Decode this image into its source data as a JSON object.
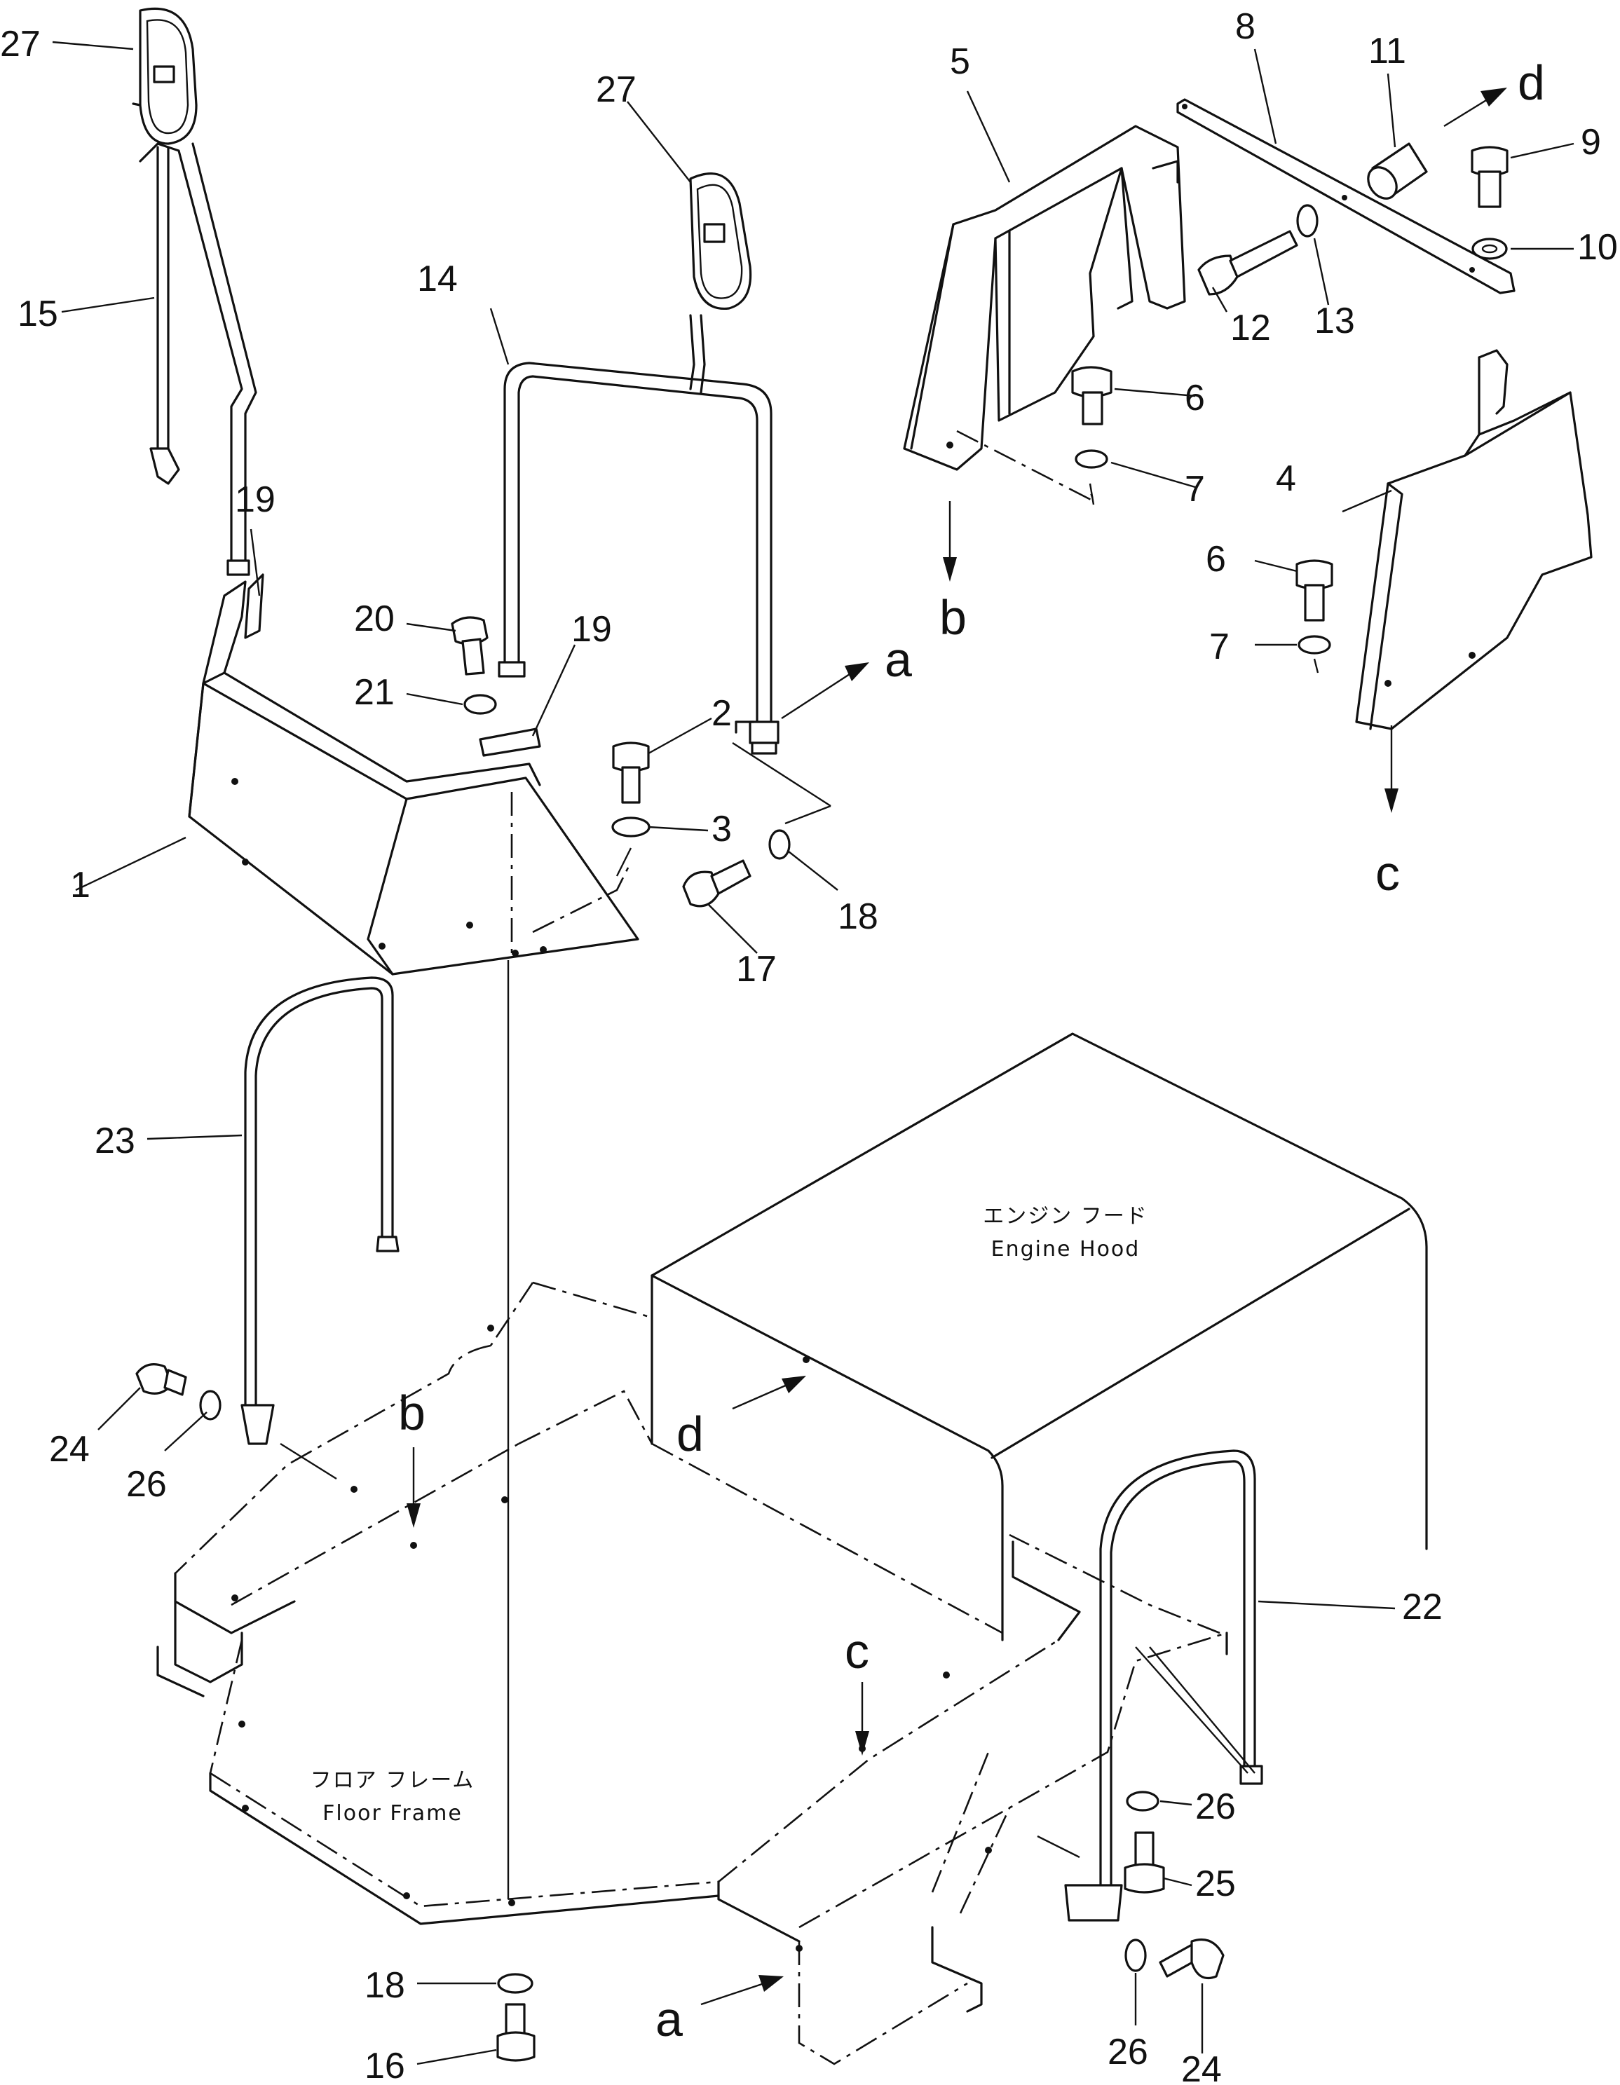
{
  "labels": {
    "engine_hood_jp": "エンジン フード",
    "engine_hood_en": "Engine Hood",
    "floor_frame_jp": "フロア フレーム",
    "floor_frame_en": "Floor Frame"
  },
  "refs": {
    "a": "a",
    "b": "b",
    "c": "c",
    "d": "d"
  },
  "callouts": {
    "c1": "1",
    "c2": "2",
    "c3": "3",
    "c4": "4",
    "c5": "5",
    "c6a": "6",
    "c6b": "6",
    "c7a": "7",
    "c7b": "7",
    "c8": "8",
    "c9": "9",
    "c10": "10",
    "c11": "11",
    "c12": "12",
    "c13": "13",
    "c14": "14",
    "c15": "15",
    "c16": "16",
    "c17": "17",
    "c18a": "18",
    "c18b": "18",
    "c19a": "19",
    "c19b": "19",
    "c20": "20",
    "c21": "21",
    "c22": "22",
    "c23": "23",
    "c24a": "24",
    "c24b": "24",
    "c25": "25",
    "c26a": "26",
    "c26b": "26",
    "c26c": "26",
    "c27a": "27",
    "c27b": "27"
  }
}
